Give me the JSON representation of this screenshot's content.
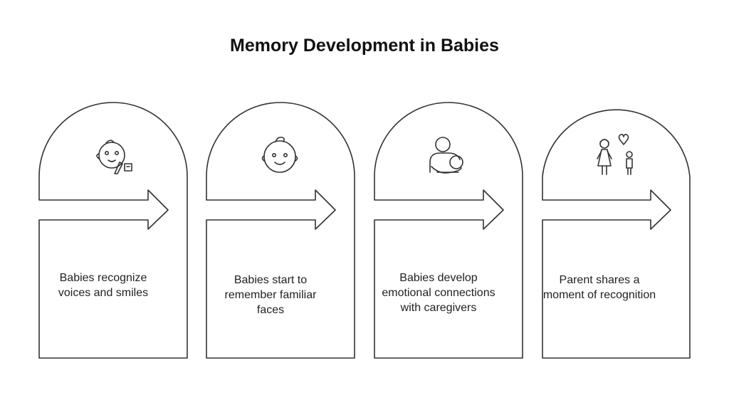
{
  "title": "Memory Development in Babies",
  "steps": [
    {
      "text": "Babies recognize voices and smiles",
      "icon": "baby-face-listening-icon"
    },
    {
      "text": "Babies start to remember familiar faces",
      "icon": "smiling-baby-face-icon"
    },
    {
      "text": "Babies develop emotional connections with caregivers",
      "icon": "parent-holding-baby-icon"
    },
    {
      "text": "Parent shares a moment of recognition",
      "icon": "parent-child-heart-icon"
    }
  ]
}
